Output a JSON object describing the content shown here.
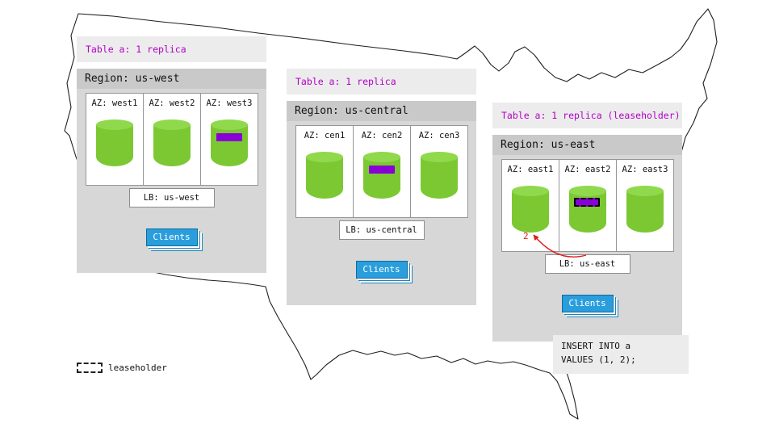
{
  "legend": {
    "label": "leaseholder"
  },
  "colors": {
    "cylinder_green": "#7cc832",
    "replica_purple": "#8800d6",
    "clients_blue": "#2a9edd",
    "table_label_magenta": "#b400c8",
    "arrow_red": "#e01b1b",
    "panel_gray": "#d7d7d7",
    "header_gray": "#ececec"
  },
  "regions": [
    {
      "table_label": "Table a: 1 replica",
      "region_label": "Region: us-west",
      "azs": [
        {
          "label": "AZ: west1",
          "has_replica": false
        },
        {
          "label": "AZ: west2",
          "has_replica": false
        },
        {
          "label": "AZ: west3",
          "has_replica": true
        }
      ],
      "lb_label": "LB: us-west",
      "clients_label": "Clients"
    },
    {
      "table_label": "Table a: 1 replica",
      "region_label": "Region: us-central",
      "azs": [
        {
          "label": "AZ: cen1",
          "has_replica": false
        },
        {
          "label": "AZ: cen2",
          "has_replica": true
        },
        {
          "label": "AZ: cen3",
          "has_replica": false
        }
      ],
      "lb_label": "LB: us-central",
      "clients_label": "Clients"
    },
    {
      "table_label": "Table a: 1 replica (leaseholder)",
      "region_label": "Region: us-east",
      "azs": [
        {
          "label": "AZ: east1",
          "has_replica": false
        },
        {
          "label": "AZ: east2",
          "has_replica": true,
          "is_leaseholder": true
        },
        {
          "label": "AZ: east3",
          "has_replica": false
        }
      ],
      "lb_label": "LB: us-east",
      "clients_label": "Clients",
      "insert_annotation": "2",
      "sql": "INSERT INTO a\nVALUES (1, 2);"
    }
  ]
}
